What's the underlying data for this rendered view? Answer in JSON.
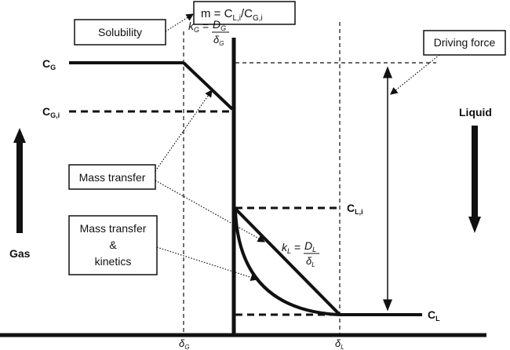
{
  "boxes": {
    "solubility": "Solubility",
    "partition": "m = C",
    "partition_sub1": "L,i",
    "partition_mid": "/C",
    "partition_sub2": "G,i",
    "driving_force": "Driving force",
    "mass_transfer": "Mass transfer",
    "mtk_line1": "Mass transfer",
    "mtk_line2": "&",
    "mtk_line3": "kinetics"
  },
  "labels": {
    "cg": "C",
    "cg_sub": "G",
    "cgi": "C",
    "cgi_sub": "G,i",
    "cli": "C",
    "cli_sub": "L,i",
    "cl": "C",
    "cl_sub": "L",
    "gas": "Gas",
    "liquid": "Liquid",
    "delta_g": "δ",
    "delta_g_sub": "G",
    "delta_l": "δ",
    "delta_l_sub": "L"
  },
  "formulas": {
    "kg_lhs": "k",
    "kg_lhs_sub": "G",
    "kg_eq": "=",
    "kg_num": "D",
    "kg_num_sub": "G",
    "kg_den": "δ",
    "kg_den_sub": "G",
    "kl_lhs": "k",
    "kl_lhs_sub": "L",
    "kl_eq": "=",
    "kl_num": "D",
    "kl_num_sub": "L",
    "kl_den": "δ",
    "kl_den_sub": "L"
  }
}
